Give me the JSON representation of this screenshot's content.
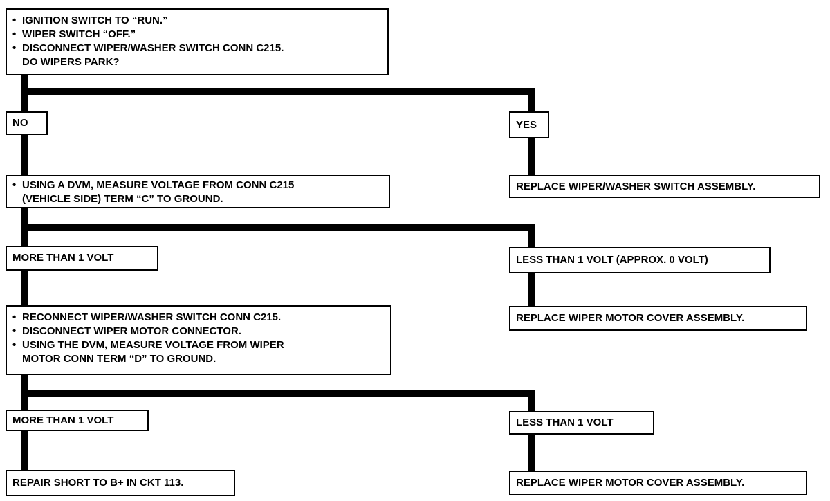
{
  "chart_title": "",
  "steps": {
    "s1": [
      "IGNITION SWITCH TO “RUN.”",
      "WIPER SWITCH “OFF.”",
      "DISCONNECT WIPER/WASHER SWITCH CONN C215.",
      "DO WIPERS PARK?"
    ],
    "no": "NO",
    "yes": "YES",
    "s2": [
      "USING A DVM, MEASURE VOLTAGE FROM CONN C215",
      "(VEHICLE SIDE) TERM “C” TO GROUND."
    ],
    "replace_switch": "REPLACE WIPER/WASHER SWITCH ASSEMBLY.",
    "more1": "MORE THAN 1 VOLT",
    "less1": "LESS THAN 1 VOLT (APPROX. 0 VOLT)",
    "replace_cover1": "REPLACE WIPER MOTOR COVER ASSEMBLY.",
    "s3": [
      "RECONNECT WIPER/WASHER SWITCH CONN C215.",
      "DISCONNECT WIPER MOTOR CONNECTOR.",
      "USING THE DVM, MEASURE VOLTAGE FROM WIPER",
      "MOTOR CONN TERM “D” TO GROUND."
    ],
    "more2": "MORE THAN 1 VOLT",
    "less2": "LESS THAN 1 VOLT",
    "repair": "REPAIR SHORT TO B+ IN CKT 113.",
    "replace_cover2": "REPLACE WIPER MOTOR COVER ASSEMBLY."
  }
}
